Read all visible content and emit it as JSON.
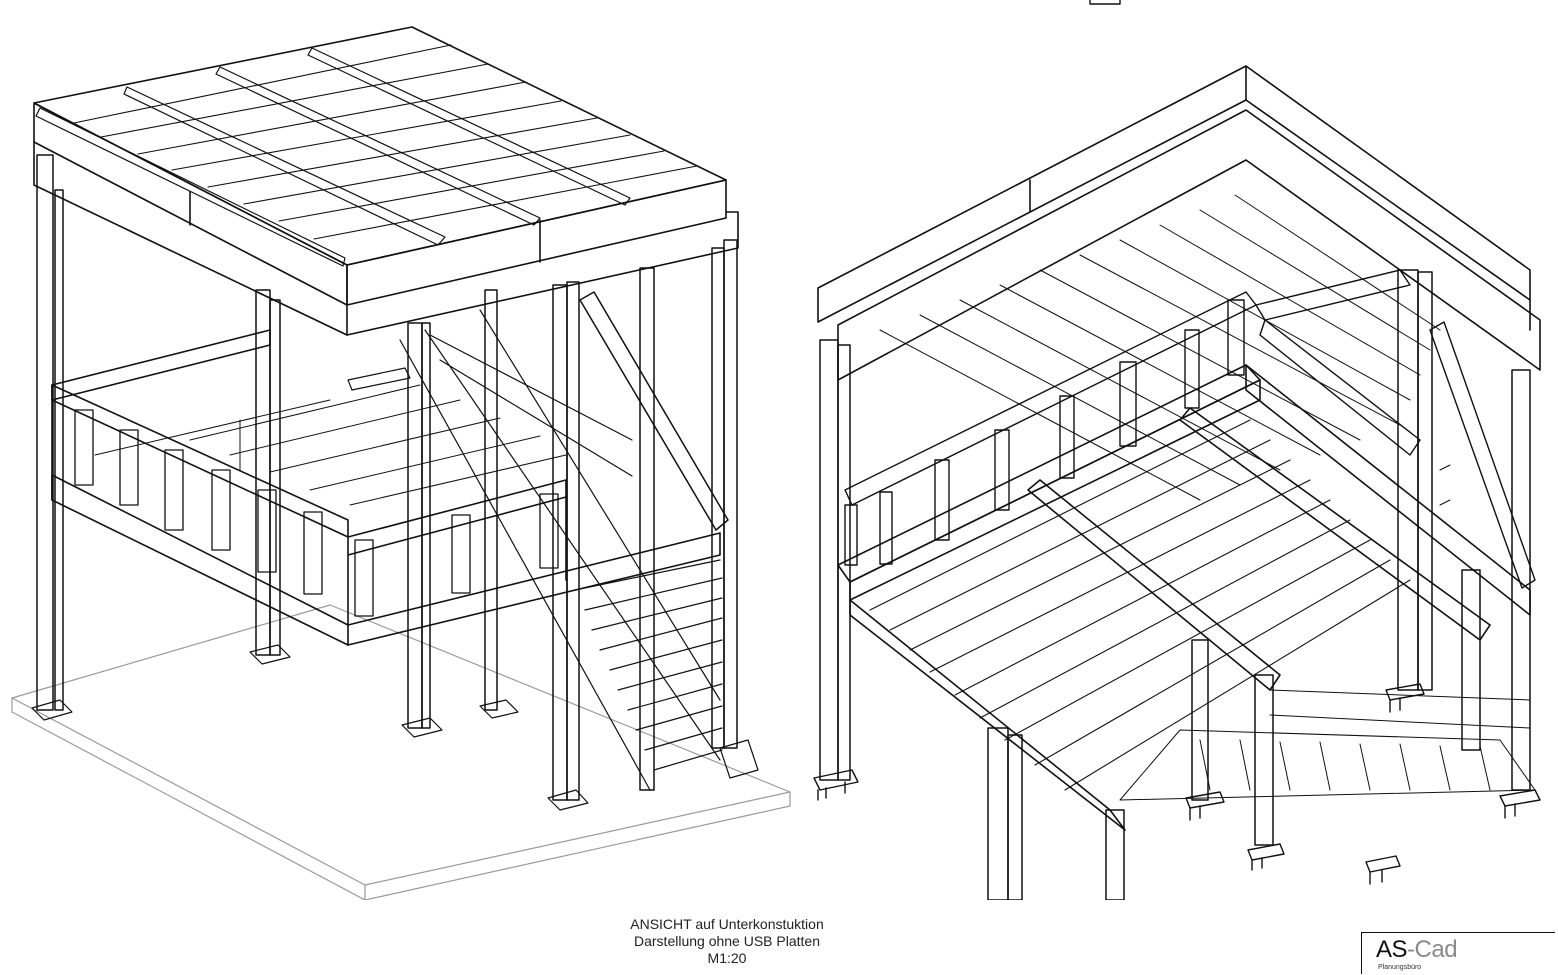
{
  "caption": {
    "line1": "ANSICHT auf Unterkonstuktion",
    "line2": "Darstellung ohne USB Platten",
    "scale": "M1:20"
  },
  "title_block": {
    "logo_primary": "AS",
    "logo_secondary": "-Cad",
    "logo_sub": "Planungsbüro"
  },
  "colors": {
    "line": "#111111",
    "thin_line": "#555555",
    "ground_line": "#9a9a9a",
    "logo_secondary": "#8a8a8a"
  },
  "views": [
    {
      "name": "isometric-view-from-above",
      "icon": "structure-iso-top-icon"
    },
    {
      "name": "isometric-view-from-below",
      "icon": "structure-iso-bottom-icon"
    }
  ]
}
